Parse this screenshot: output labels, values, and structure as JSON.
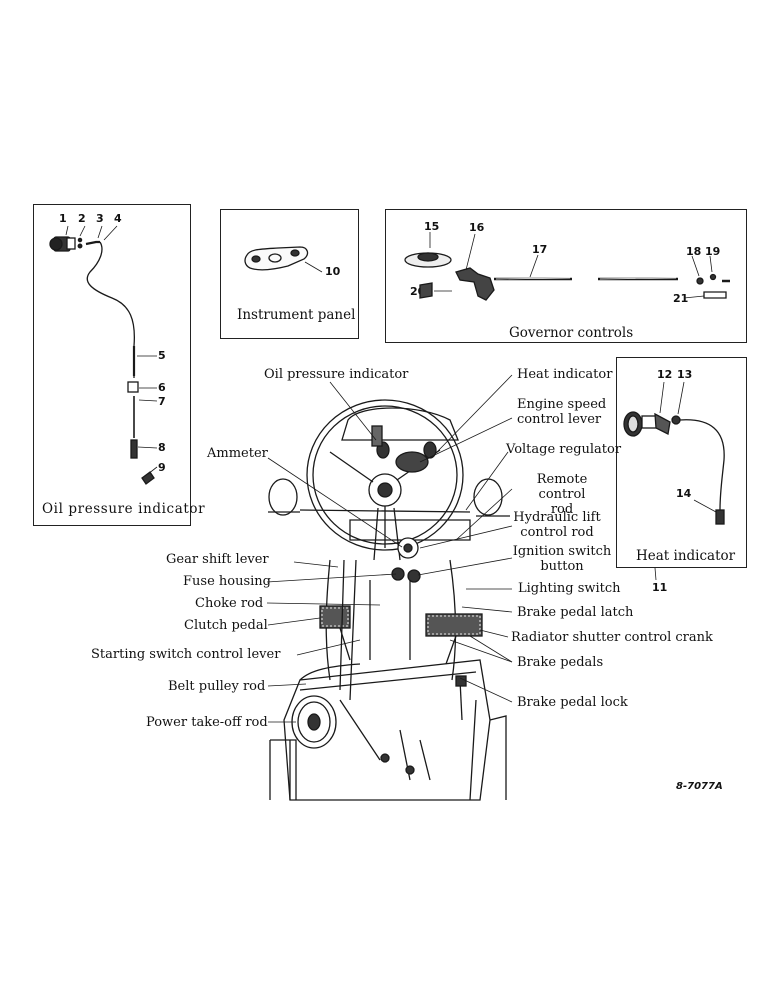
{
  "panels": {
    "oil": {
      "caption": "Oil pressure indicator",
      "parts": [
        "1",
        "2",
        "3",
        "4",
        "5",
        "6",
        "7",
        "8",
        "9"
      ]
    },
    "instrument": {
      "caption": "Instrument panel",
      "parts": [
        "10"
      ]
    },
    "governor": {
      "caption": "Governor controls",
      "parts": [
        "15",
        "16",
        "17",
        "18",
        "19",
        "20",
        "21"
      ]
    },
    "heat": {
      "caption": "Heat indicator",
      "parts": [
        "12",
        "13",
        "14"
      ],
      "ref": "11"
    }
  },
  "main_labels": {
    "oil_pressure_indicator": "Oil pressure indicator",
    "heat_indicator": "Heat indicator",
    "engine_speed": "Engine speed\ncontrol lever",
    "voltage_regulator": "Voltage regulator",
    "ammeter": "Ammeter",
    "remote_control": "Remote control\nrod",
    "hydraulic_lift": "Hydraulic lift\ncontrol rod",
    "ignition_switch": "Ignition switch\nbutton",
    "gear_shift": "Gear shift lever",
    "fuse_housing": "Fuse housing",
    "lighting_switch": "Lighting switch",
    "choke_rod": "Choke rod",
    "brake_pedal_latch": "Brake pedal latch",
    "clutch_pedal": "Clutch pedal",
    "radiator_shutter": "Radiator shutter control crank",
    "starting_switch": "Starting switch control lever",
    "brake_pedals": "Brake pedals",
    "belt_pulley": "Belt pulley rod",
    "brake_pedal_lock": "Brake pedal lock",
    "power_takeoff": "Power take-off rod"
  },
  "figure_code": "8-7077A"
}
